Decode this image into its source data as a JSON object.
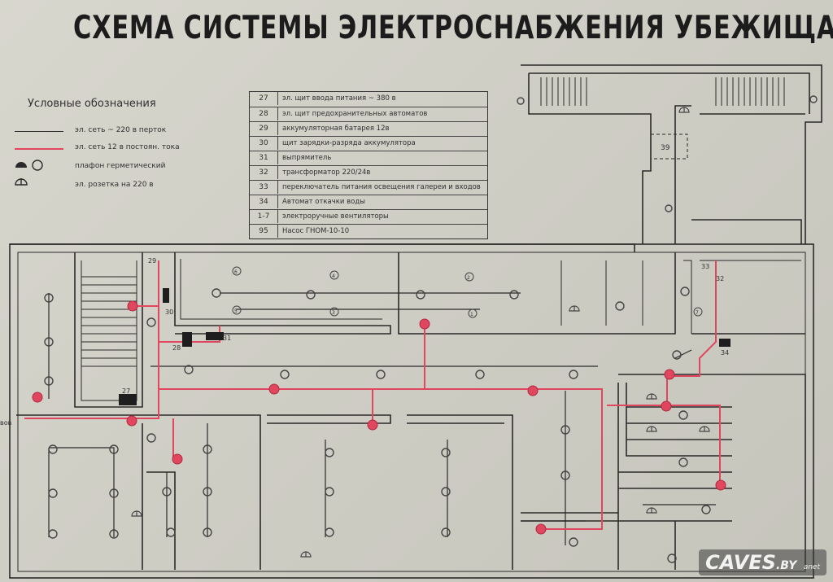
{
  "title": "СХЕМА СИСТЕМЫ ЭЛЕКТРОСНАБЖЕНИЯ УБЕЖИЩА",
  "legend": {
    "heading": "Условные обозначения",
    "items": [
      {
        "text": "эл. сеть ~ 220 в перток",
        "symbol": "line-black-icon"
      },
      {
        "text": "эл. сеть 12 в постоян. тока",
        "symbol": "line-red-icon"
      },
      {
        "text": "плафон герметический",
        "symbol": "ceiling-lamp-icon"
      },
      {
        "text": "эл. розетка на 220 в",
        "symbol": "socket-icon"
      }
    ]
  },
  "spec_table": [
    {
      "num": "27",
      "text": "эл. щит ввода питания ~ 380 в"
    },
    {
      "num": "28",
      "text": "эл. щит предохранительных автоматов"
    },
    {
      "num": "29",
      "text": "аккумуляторная батарея 12в"
    },
    {
      "num": "30",
      "text": "щит зарядки-разряда аккумулятора"
    },
    {
      "num": "31",
      "text": "выпрямитель"
    },
    {
      "num": "32",
      "text": "трансформатор 220/24в"
    },
    {
      "num": "33",
      "text": "переключатель питания освещения галереи и входов"
    },
    {
      "num": "34",
      "text": "Автомат откачки воды"
    },
    {
      "num": "1-7",
      "text": "электроручные вентиляторы"
    },
    {
      "num": "95",
      "text": "Насос ГНОМ-10-10"
    }
  ],
  "plan_labels": {
    "n29": "29",
    "n30": "30",
    "n28": "28",
    "n31": "31",
    "n27": "27",
    "n39": "39",
    "n33": "33",
    "n32": "32",
    "n34": "34",
    "f1": "1",
    "f2": "2",
    "f3": "3",
    "f4": "4",
    "f5": "5",
    "f6": "6",
    "f7": "7",
    "edge": "вов"
  },
  "watermark": {
    "main": "CAVES",
    "suffix": ".BY",
    "small": "anet"
  },
  "colors": {
    "line": "#2a2a2a",
    "red": "#e0475e",
    "paper": "#d4d3ca"
  }
}
